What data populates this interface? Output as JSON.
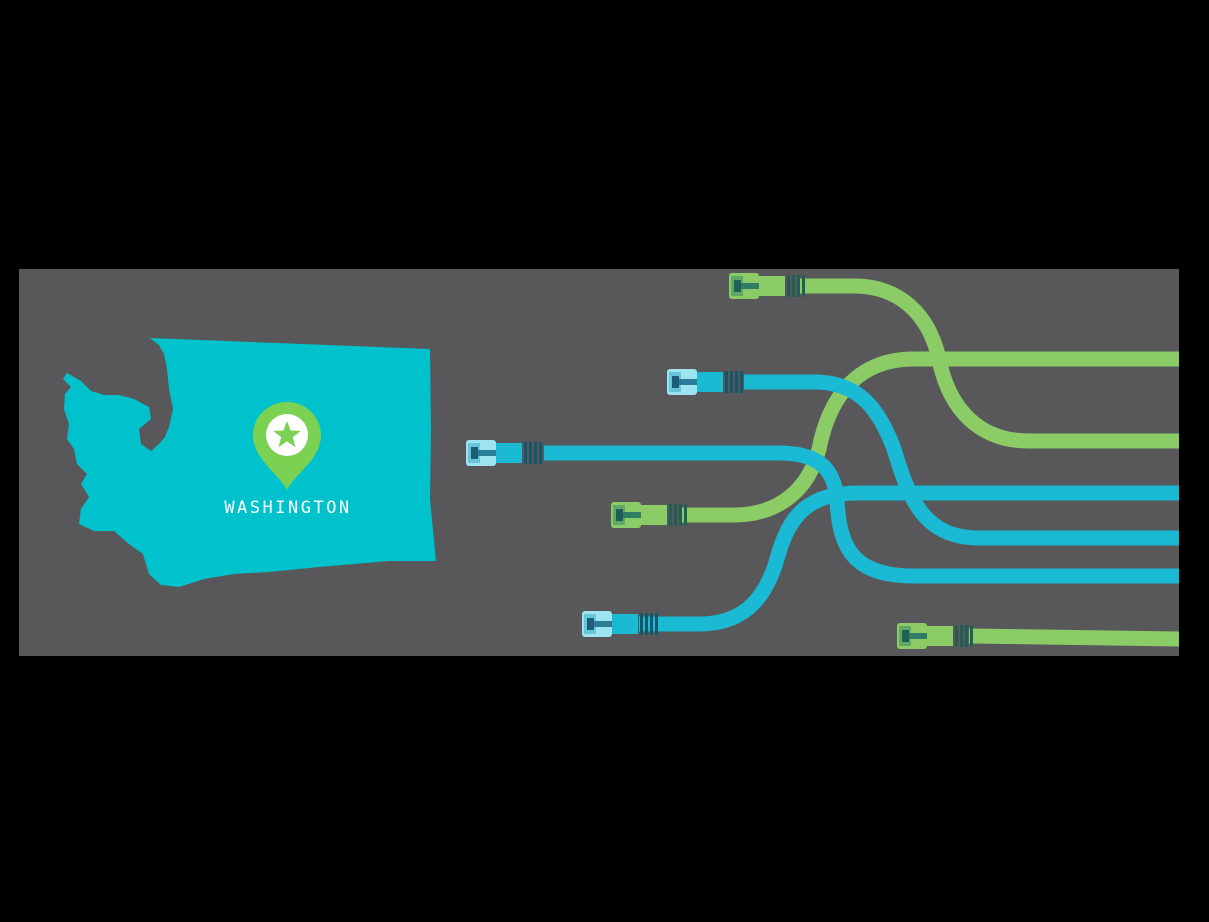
{
  "map": {
    "state_label": "WASHINGTON",
    "marker_icon": "location-pin-star-icon"
  },
  "colors": {
    "page_background": "#000000",
    "banner_background": "#58585a",
    "state_fill": "#00c2cc",
    "blue_cable": "#1ab9d4",
    "green_cable": "#8ccc66",
    "pin_fill": "#7ad152"
  },
  "cables": [
    {
      "name": "green-cable-top",
      "color": "green"
    },
    {
      "name": "blue-cable-upper",
      "color": "blue"
    },
    {
      "name": "blue-cable-middle",
      "color": "blue"
    },
    {
      "name": "green-cable-middle",
      "color": "green"
    },
    {
      "name": "blue-cable-lower",
      "color": "blue"
    },
    {
      "name": "green-cable-bottom",
      "color": "green"
    }
  ]
}
